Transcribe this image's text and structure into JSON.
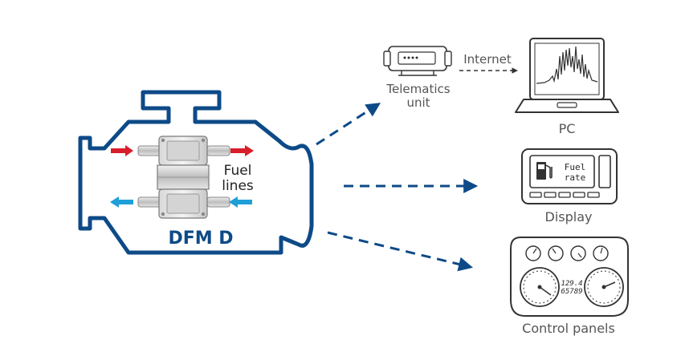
{
  "engine": {
    "title": "DFM D",
    "fuel_lines_label_1": "Fuel",
    "fuel_lines_label_2": "lines"
  },
  "telematics": {
    "label_1": "Telematics",
    "label_2": "unit",
    "link_label": "Internet"
  },
  "pc": {
    "label": "PC"
  },
  "display": {
    "label": "Display",
    "screen_line_1": "Fuel",
    "screen_line_2": "rate"
  },
  "control_panels": {
    "label": "Control panels",
    "odometer_1": "129.4",
    "odometer_2": "65789"
  },
  "colors": {
    "outline": "#0d4a87",
    "arrow_in": "#d81e2a",
    "arrow_out": "#1f9fd8",
    "device": "#333333"
  }
}
